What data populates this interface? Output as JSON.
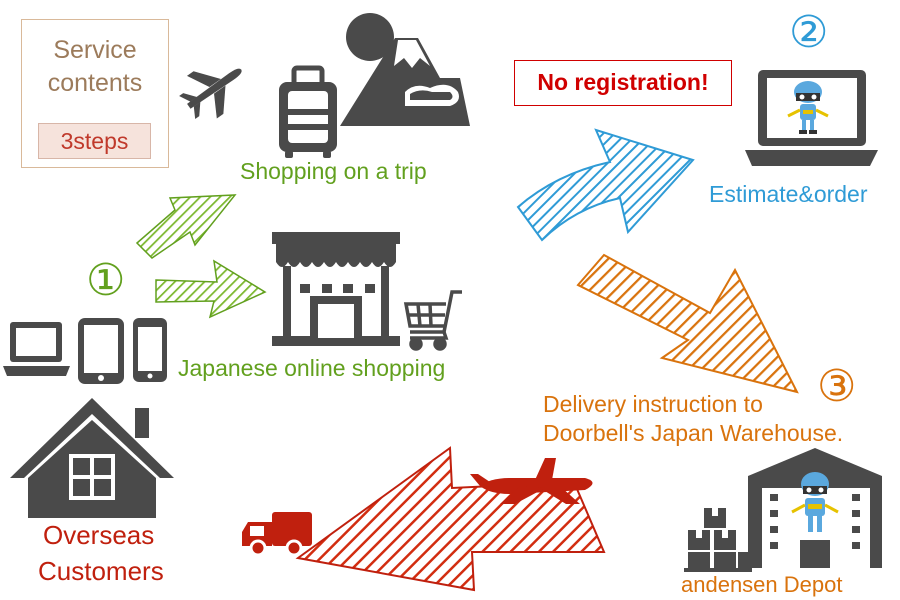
{
  "service": {
    "title": "Service contents",
    "steps": "3steps"
  },
  "badge": {
    "no_registration": "No registration!"
  },
  "steps": {
    "one": "①",
    "two": "②",
    "three": "③"
  },
  "labels": {
    "shopping_trip": "Shopping on a trip",
    "japanese_online": "Japanese online shopping",
    "estimate_order": "Estimate&order",
    "delivery_line1": "Delivery instruction to",
    "delivery_line2": "Doorbell's Japan Warehouse.",
    "overseas_line1": "Overseas",
    "overseas_line2": "Customers",
    "depot": "andensen Depot"
  },
  "colors": {
    "green": "#62a01e",
    "blue": "#2f9bd6",
    "orange": "#d9730d",
    "red": "#c0200e",
    "icon_gray": "#4a4a4a",
    "robot_blue": "#5aa8de"
  },
  "icons": [
    "airplane-icon",
    "suitcase-icon",
    "mount-fuji-icon",
    "shop-icon",
    "shopping-cart-icon",
    "laptop-icon",
    "tablet-icon",
    "smartphone-icon",
    "house-icon",
    "robot-laptop-icon",
    "warehouse-icon",
    "boxes-icon",
    "delivery-truck-icon",
    "cargo-plane-icon"
  ]
}
